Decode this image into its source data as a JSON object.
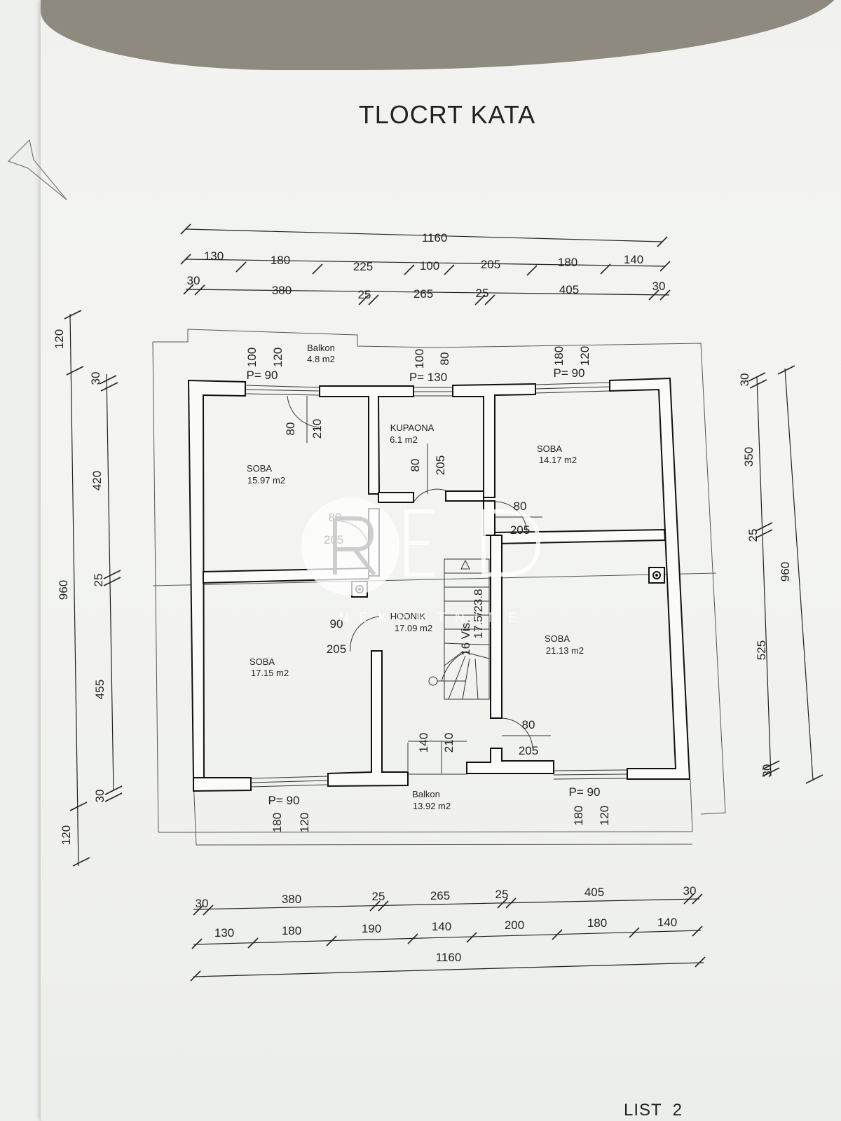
{
  "title": "TLOCRT KATA",
  "sheet_label": "LIST  2",
  "watermark": {
    "logo": "RED",
    "subtitle": "NEKRETNINE"
  },
  "rooms": [
    {
      "id": "soba-nw",
      "name": "SOBA",
      "area": "15.97 m2"
    },
    {
      "id": "kupaona",
      "name": "KUPAONA",
      "area": "6.1 m2"
    },
    {
      "id": "soba-ne",
      "name": "SOBA",
      "area": "14.17 m2"
    },
    {
      "id": "soba-sw",
      "name": "SOBA",
      "area": "17.15 m2"
    },
    {
      "id": "hodnik",
      "name": "HODNIK",
      "area": "17.09 m2"
    },
    {
      "id": "soba-se",
      "name": "SOBA",
      "area": "21.13 m2"
    },
    {
      "id": "balkon-n",
      "name": "Balkon",
      "area": "4.8 m2"
    },
    {
      "id": "balkon-s",
      "name": "Balkon",
      "area": "13.92 m2"
    }
  ],
  "stairs": {
    "steps": "16 Vis.",
    "size": "17.5/23.8"
  },
  "dimensions": {
    "top_total": "1160",
    "top_row1": [
      "130",
      "180",
      "225",
      "100",
      "205",
      "180",
      "140"
    ],
    "top_row2": [
      "30",
      "380",
      "25",
      "265",
      "25",
      "405",
      "30"
    ],
    "bottom_row1": [
      "30",
      "380",
      "25",
      "265",
      "25",
      "405",
      "30"
    ],
    "bottom_row2": [
      "130",
      "180",
      "190",
      "140",
      "200",
      "180",
      "140"
    ],
    "bottom_total": "1160",
    "left_outer": [
      "120",
      "960",
      "120"
    ],
    "left_inner": [
      "30",
      "420",
      "25",
      "455",
      "30"
    ],
    "right_inner": [
      "30",
      "350",
      "25",
      "525",
      "30"
    ],
    "right_outer": "960"
  },
  "openings": {
    "win_nw": {
      "p": "P= 90",
      "a": "100",
      "b": "120"
    },
    "win_bath": {
      "p": "P= 130",
      "a": "100",
      "b": "80"
    },
    "win_ne": {
      "p": "P= 90",
      "a": "180",
      "b": "120"
    },
    "win_sw": {
      "p": "P= 90",
      "a": "180",
      "b": "120"
    },
    "win_se": {
      "p": "P= 90",
      "a": "180",
      "b": "120"
    },
    "door_nw_balcony": {
      "w": "80",
      "h": "210"
    },
    "door_bath": {
      "w": "80",
      "h": "205"
    },
    "door_hall_nw": {
      "w": "80",
      "h": "205"
    },
    "door_hall_ne": {
      "w": "80",
      "h": "205"
    },
    "door_hall_sw": {
      "w": "90",
      "h": "205"
    },
    "door_hall_se": {
      "w": "80",
      "h": "205"
    },
    "door_balcony_s": {
      "w": "140",
      "h": "210"
    }
  }
}
